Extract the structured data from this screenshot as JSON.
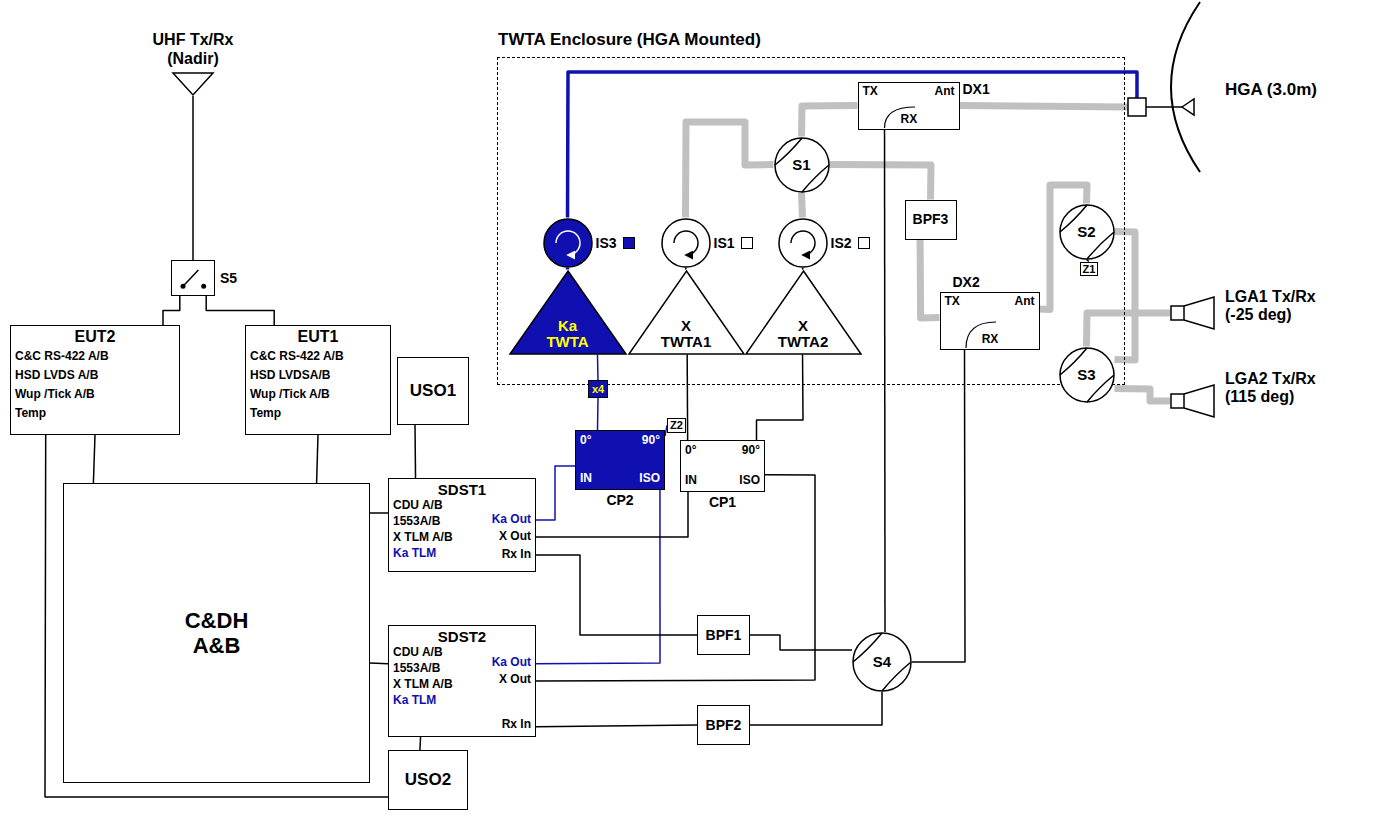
{
  "diagram": {
    "nodes": [
      {
        "text": [
          "UHF Tx/Rx (Nadir)"
        ]
      },
      {
        "text": [
          "S5"
        ]
      },
      {
        "text": [
          "EUT2",
          "C&C RS-422 A/B",
          "HSD LVDS A/B",
          "Wup /Tick A/B",
          "Temp"
        ]
      },
      {
        "text": [
          "EUT1",
          "C&C RS-422 A/B",
          "HSD LVDSA/B",
          "Wup /Tick A/B",
          "Temp"
        ]
      },
      {
        "text": [
          "USO1"
        ]
      },
      {
        "text": [
          "C&DH A&B"
        ]
      },
      {
        "text": [
          "SDST1",
          "CDU A/B",
          "1553A/B",
          "X TLM A/B",
          "Ka TLM",
          "Ka Out",
          "X Out",
          "Rx In"
        ]
      },
      {
        "text": [
          "SDST2",
          "CDU A/B",
          "1553A/B",
          "X TLM A/B",
          "Ka TLM",
          "Ka Out",
          "X Out",
          "Rx In"
        ]
      },
      {
        "text": [
          "USO2"
        ]
      },
      {
        "text": [
          "TWTA Enclosure (HGA Mounted)"
        ]
      },
      {
        "text": [
          "IS3"
        ],
        "in": 9
      },
      {
        "text": [
          "Ka TWTA"
        ],
        "in": 9
      },
      {
        "text": [
          "IS1"
        ],
        "in": 9
      },
      {
        "text": [
          "X TWTA1"
        ],
        "in": 9
      },
      {
        "text": [
          "IS2"
        ],
        "in": 9
      },
      {
        "text": [
          "X TWTA2"
        ],
        "in": 9
      },
      {
        "text": [
          "S1"
        ],
        "in": 9
      },
      {
        "text": [
          "DX1",
          "TX",
          "Ant",
          "RX"
        ],
        "in": 9
      },
      {
        "text": [
          "BPF3"
        ],
        "in": 9
      },
      {
        "text": [
          "DX2",
          "TX",
          "Ant",
          "RX"
        ],
        "in": 9
      },
      {
        "text": [
          "S2"
        ],
        "in": 9
      },
      {
        "text": [
          "Z1"
        ],
        "in": 9
      },
      {
        "text": [
          "S3"
        ],
        "in": 9
      },
      {
        "text": [
          "x4"
        ]
      },
      {
        "text": [
          "HGA (3.0m)"
        ]
      },
      {
        "text": [
          "LGA1 Tx/Rx (-25 deg)"
        ]
      },
      {
        "text": [
          "LGA2 Tx/Rx (115 deg)"
        ]
      },
      {
        "text": [
          "0°",
          "90°",
          "IN",
          "ISO",
          "CP2"
        ]
      },
      {
        "text": [
          "Z2"
        ]
      },
      {
        "text": [
          "0°",
          "90°",
          "IN",
          "ISO",
          "CP1"
        ]
      },
      {
        "text": [
          "BPF1"
        ]
      },
      {
        "text": [
          "S4"
        ]
      },
      {
        "text": [
          "BPF2"
        ]
      }
    ],
    "edges": [
      {
        "from": 0,
        "to": 1,
        "arrow": "none"
      },
      {
        "from": 1,
        "to": 2,
        "arrow": "none"
      },
      {
        "from": 1,
        "to": 3,
        "arrow": "none"
      },
      {
        "from": 2,
        "to": 5,
        "arrow": "none"
      },
      {
        "from": 3,
        "to": 5,
        "arrow": "none"
      },
      {
        "from": 2,
        "to": 8,
        "arrow": "none"
      },
      {
        "from": 4,
        "to": 6,
        "arrow": "none"
      },
      {
        "from": 7,
        "to": 8,
        "arrow": "none"
      },
      {
        "from": 5,
        "to": 6,
        "arrow": "none"
      },
      {
        "from": 5,
        "to": 7,
        "arrow": "none"
      },
      {
        "from": 6,
        "to": 27,
        "arrow": "none"
      },
      {
        "from": 7,
        "to": 27,
        "arrow": "none"
      },
      {
        "from": 27,
        "to": 23,
        "arrow": "none"
      },
      {
        "from": 23,
        "to": 11,
        "arrow": "none"
      },
      {
        "from": 11,
        "to": 10,
        "arrow": "none"
      },
      {
        "from": 10,
        "to": 24,
        "arrow": "none"
      },
      {
        "from": 27,
        "to": 28,
        "arrow": "none"
      },
      {
        "from": 6,
        "to": 29,
        "arrow": "none"
      },
      {
        "from": 7,
        "to": 29,
        "arrow": "none"
      },
      {
        "from": 29,
        "to": 13,
        "arrow": "none"
      },
      {
        "from": 29,
        "to": 15,
        "arrow": "none"
      },
      {
        "from": 13,
        "to": 12,
        "arrow": "none"
      },
      {
        "from": 15,
        "to": 14,
        "arrow": "none"
      },
      {
        "from": 12,
        "to": 16,
        "arrow": "none"
      },
      {
        "from": 14,
        "to": 16,
        "arrow": "none"
      },
      {
        "from": 16,
        "to": 17,
        "arrow": "none"
      },
      {
        "from": 16,
        "to": 18,
        "arrow": "none"
      },
      {
        "from": 18,
        "to": 19,
        "arrow": "none"
      },
      {
        "from": 17,
        "to": 24,
        "arrow": "none"
      },
      {
        "from": 19,
        "to": 20,
        "arrow": "none"
      },
      {
        "from": 20,
        "to": 21,
        "arrow": "none"
      },
      {
        "from": 20,
        "to": 22,
        "arrow": "none"
      },
      {
        "from": 22,
        "to": 25,
        "arrow": "none"
      },
      {
        "from": 22,
        "to": 26,
        "arrow": "none"
      },
      {
        "from": 17,
        "to": 31,
        "arrow": "none"
      },
      {
        "from": 19,
        "to": 31,
        "arrow": "none"
      },
      {
        "from": 31,
        "to": 30,
        "arrow": "none"
      },
      {
        "from": 30,
        "to": 6,
        "arrow": "none"
      },
      {
        "from": 31,
        "to": 32,
        "arrow": "none"
      },
      {
        "from": 32,
        "to": 7,
        "arrow": "none"
      }
    ]
  }
}
